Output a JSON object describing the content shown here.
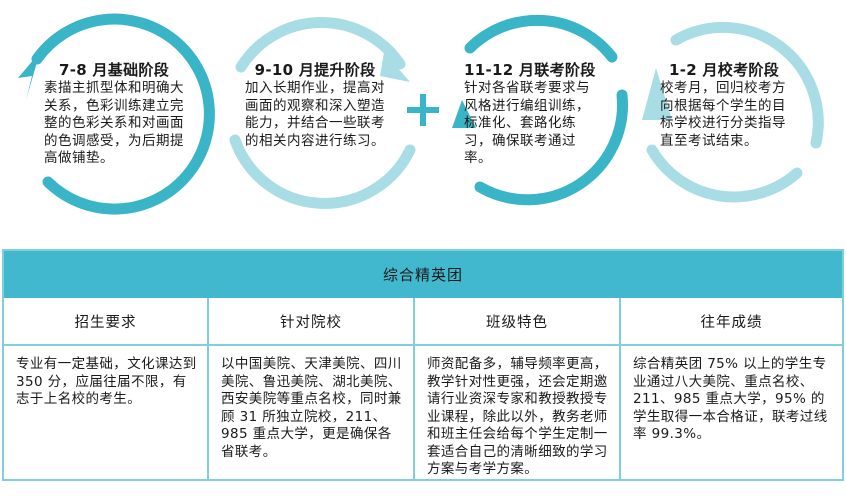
{
  "stages": [
    {
      "title": "7-8 月基础阶段",
      "body": "素描主抓型体和明确大关系，色彩训练建立完整的色彩关系和对画面的色调感受，为后期提高做铺垫。"
    },
    {
      "title": "9-10 月提升阶段",
      "body": "加入长期作业，提高对画面的观察和深入塑造能力，并结合一些联考的相关内容进行练习。"
    },
    {
      "title": "11-12 月联考阶段",
      "body": "针对各省联考要求与风格进行编组训练，标准化、套路化练习，确保联考通过率。"
    },
    {
      "title": "1-2 月校考阶段",
      "body": "校考月，回归校考方向根据每个学生的目标学校进行分类指导直至考试结束。"
    }
  ],
  "connector_icon": "plus-icon",
  "colors": {
    "dark_teal": "#3ab5c8",
    "light_teal": "#a9dde5",
    "header_bg": "#42b8cf",
    "border": "#7fd0dc"
  },
  "table": {
    "title": "综合精英团",
    "headers": [
      "招生要求",
      "针对院校",
      "班级特色",
      "往年成绩"
    ],
    "cells": [
      "专业有一定基础，文化课达到 350 分，应届往届不限，有志于上名校的考生。",
      "以中国美院、天津美院、四川美院、鲁迅美院、湖北美院、西安美院等重点名校，同时兼顾 31 所独立院校，211、985 重点大学，更是确保各省联考。",
      "师资配备多，辅导频率更高，教学针对性更强，还会定期邀请行业资深专家和教授教授专业课程，除此以外，教务老师和班主任会给每个学生定制一套适合自己的清晰细致的学习方案与考学方案。",
      "综合精英团 75% 以上的学生专业通过八大美院、重点名校、211、985 重点大学，95% 的学生取得一本合格证，联考过线率 99.3%。"
    ]
  }
}
